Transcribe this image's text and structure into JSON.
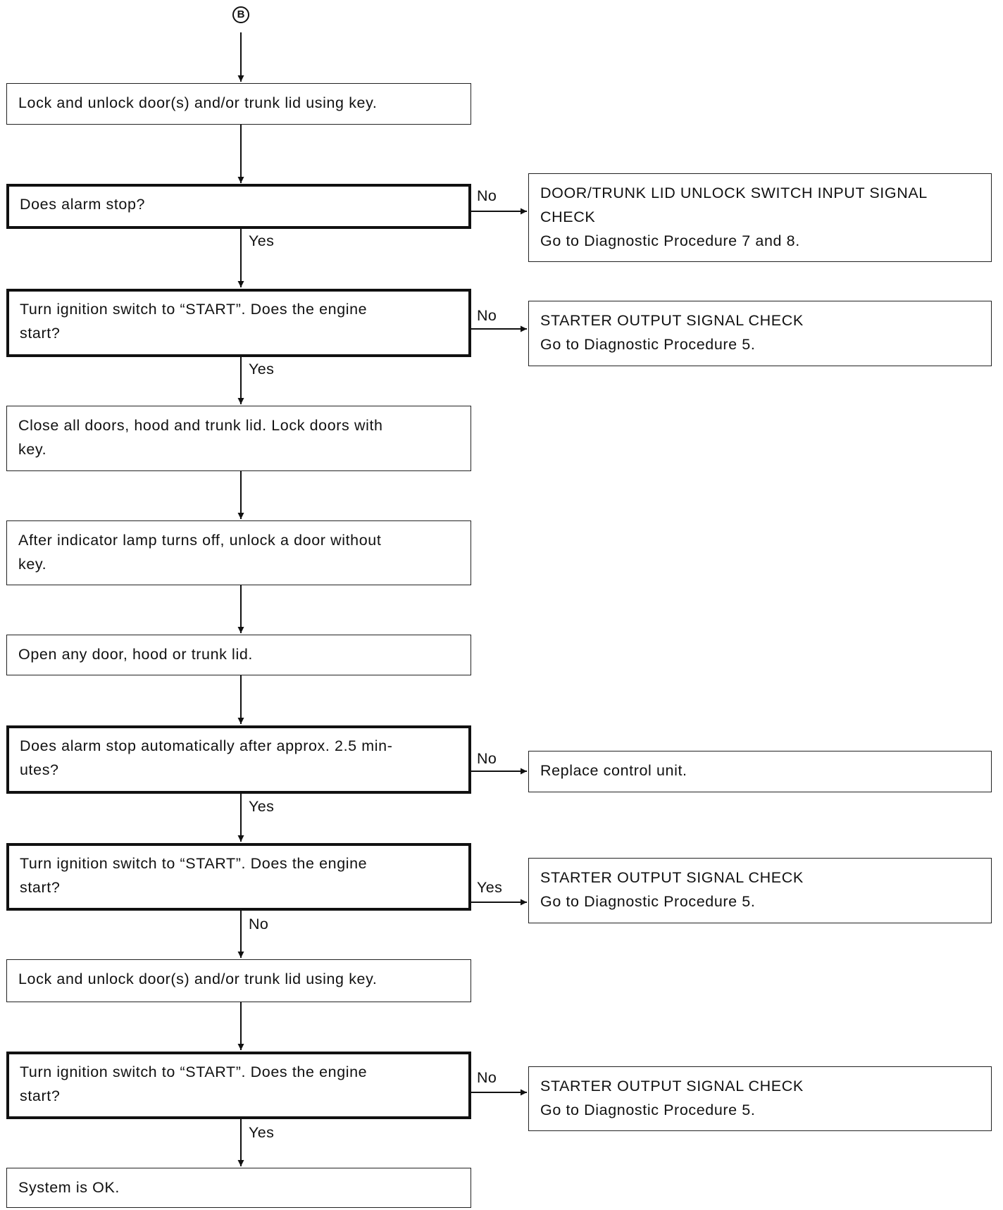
{
  "connector": {
    "label": "B"
  },
  "boxes": {
    "step1": {
      "text": "Lock and unlock door(s) and/or trunk lid using key."
    },
    "decision1": {
      "text": "Does alarm stop?"
    },
    "result1": {
      "lines": [
        "DOOR/TRUNK LID UNLOCK SWITCH INPUT SIGNAL",
        "CHECK",
        "Go to Diagnostic Procedure 7 and 8."
      ]
    },
    "decision2": {
      "lines": [
        "Turn ignition switch to “START”. Does the engine",
        "start?"
      ]
    },
    "result2": {
      "lines": [
        "STARTER OUTPUT SIGNAL CHECK",
        "Go to Diagnostic Procedure 5."
      ]
    },
    "step2": {
      "lines": [
        "Close all doors, hood and trunk lid. Lock doors with",
        "key."
      ]
    },
    "step3": {
      "lines": [
        "After indicator lamp turns off, unlock a door without",
        "key."
      ]
    },
    "step4": {
      "text": "Open any door, hood or trunk lid."
    },
    "decision3": {
      "lines": [
        "Does alarm stop automatically after approx. 2.5 min-",
        "utes?"
      ]
    },
    "result3": {
      "text": "Replace control unit."
    },
    "decision4": {
      "lines": [
        "Turn ignition switch to “START”. Does the engine",
        "start?"
      ]
    },
    "result4": {
      "lines": [
        "STARTER OUTPUT SIGNAL CHECK",
        "Go to Diagnostic Procedure 5."
      ]
    },
    "step5": {
      "text": "Lock and unlock door(s) and/or trunk lid using key."
    },
    "decision5": {
      "lines": [
        "Turn ignition switch to “START”. Does the engine",
        "start?"
      ]
    },
    "result5": {
      "lines": [
        "STARTER OUTPUT SIGNAL CHECK",
        "Go to Diagnostic Procedure 5."
      ]
    },
    "end": {
      "text": "System is OK."
    }
  },
  "labels": {
    "d1_no": "No",
    "d1_yes": "Yes",
    "d2_no": "No",
    "d2_yes": "Yes",
    "d3_no": "No",
    "d3_yes": "Yes",
    "d4_yes": "Yes",
    "d4_no": "No",
    "d5_no": "No",
    "d5_yes": "Yes"
  }
}
